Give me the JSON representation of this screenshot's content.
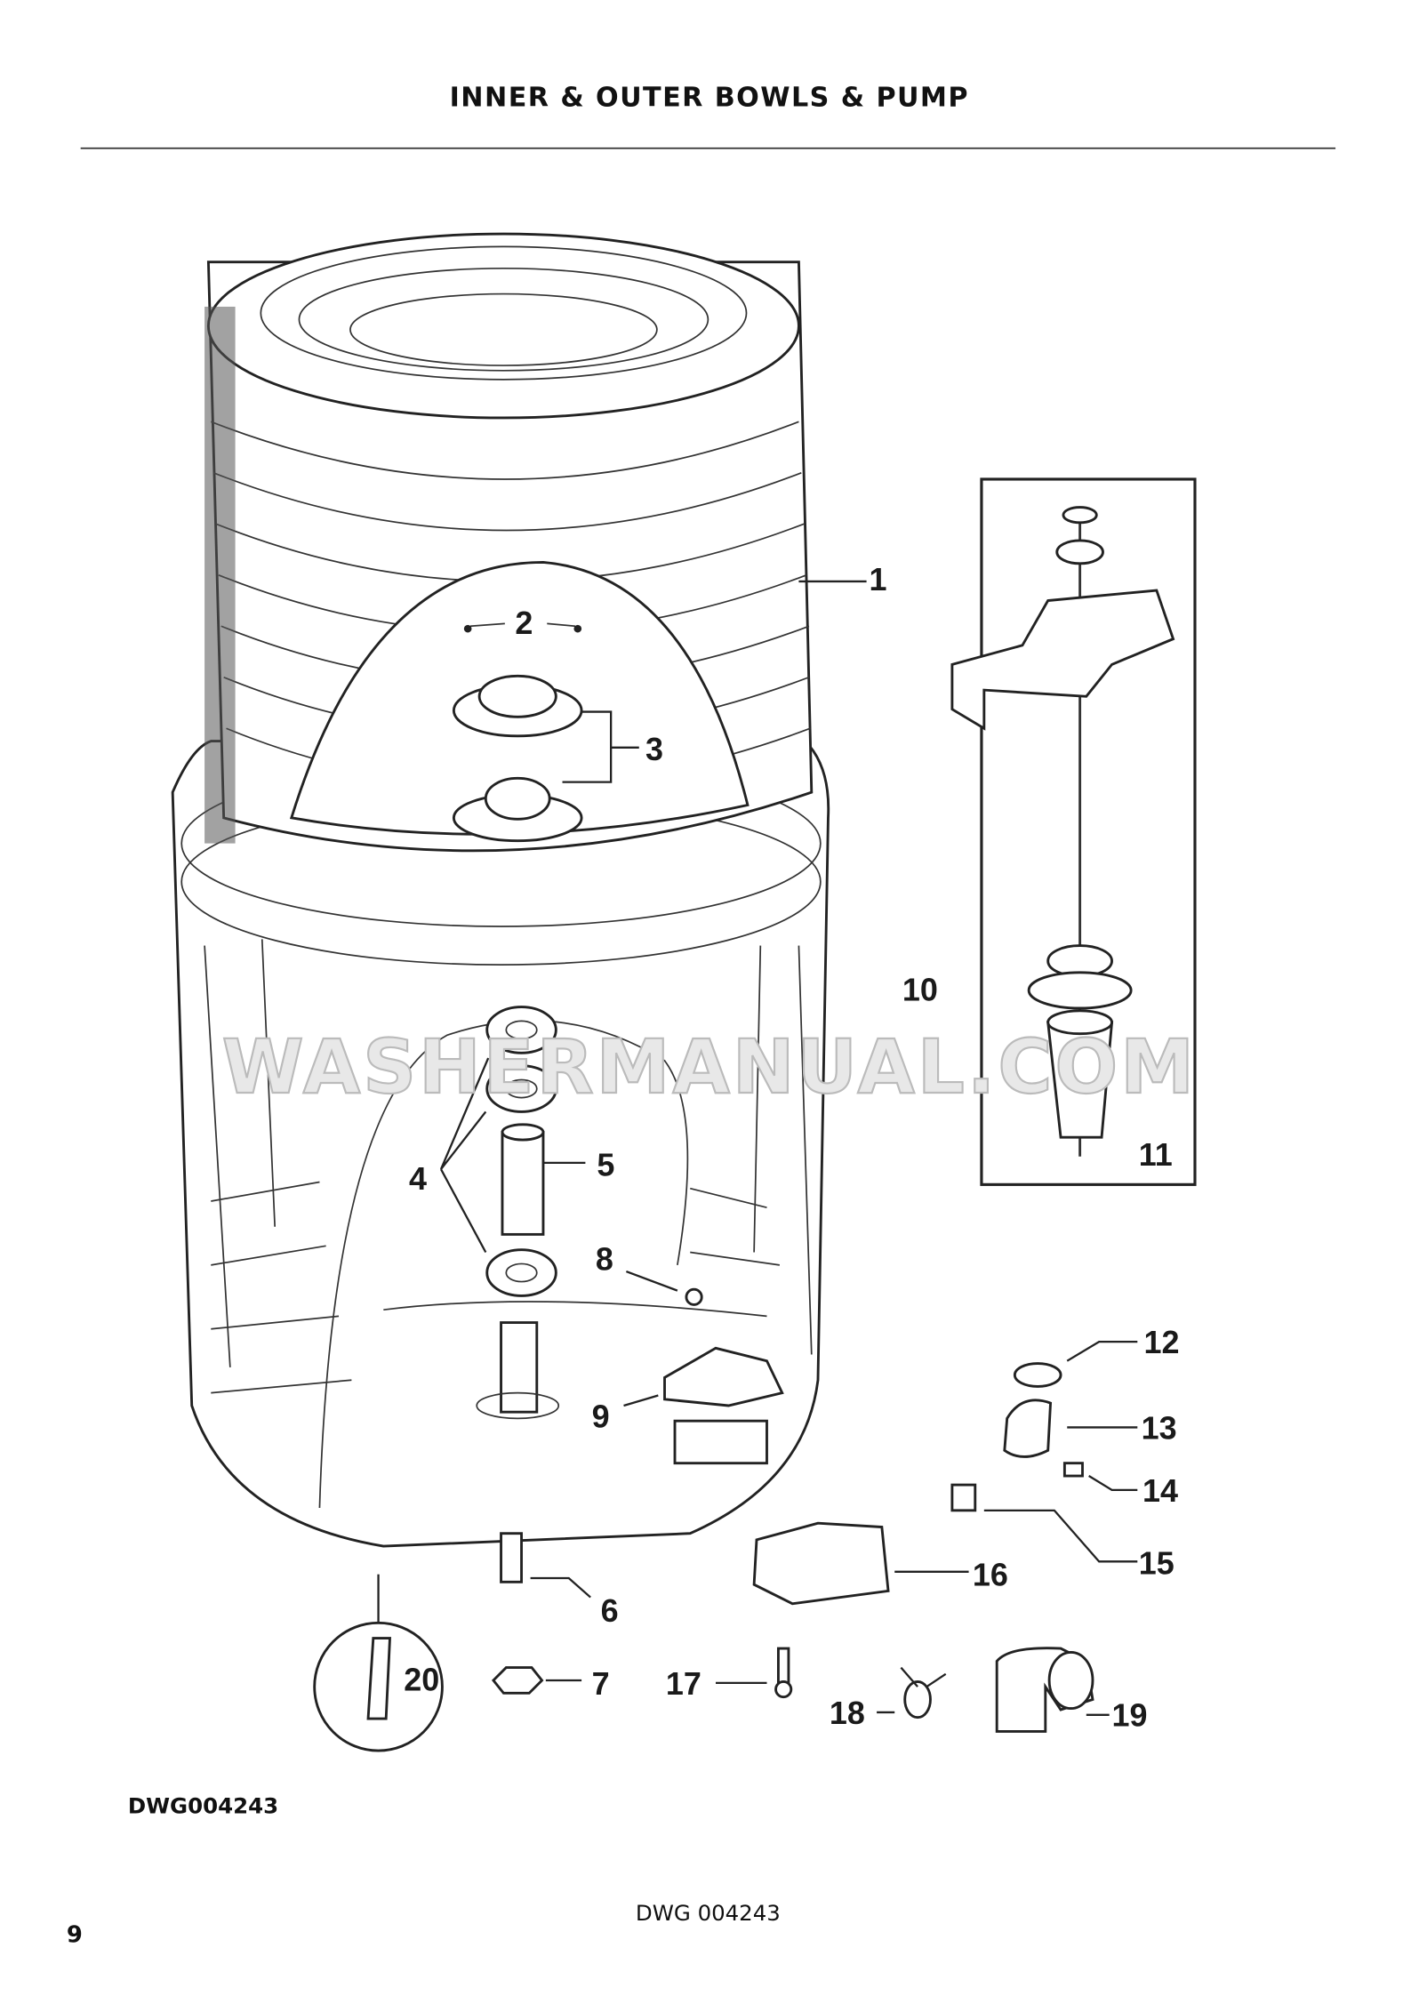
{
  "page": {
    "title": "INNER & OUTER BOWLS & PUMP",
    "drawing_label": "DWG004243",
    "footer_drawing": "DWG 004243",
    "page_number": "9",
    "watermark": "WASHERMANUAL.COM"
  },
  "callouts": {
    "c1": "1",
    "c2": "2",
    "c3": "3",
    "c4": "4",
    "c5": "5",
    "c6": "6",
    "c7": "7",
    "c8": "8",
    "c9": "9",
    "c10": "10",
    "c11": "11",
    "c12": "12",
    "c13": "13",
    "c14": "14",
    "c15": "15",
    "c16": "16",
    "c17": "17",
    "c18": "18",
    "c19": "19",
    "c20": "20"
  }
}
